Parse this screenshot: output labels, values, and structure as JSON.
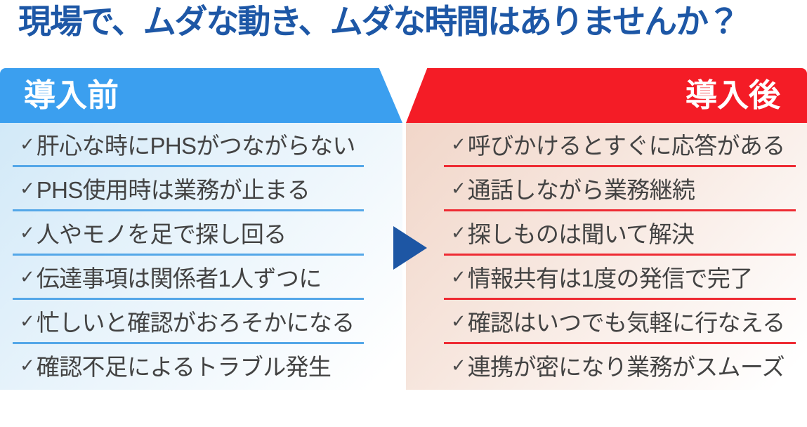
{
  "title": "現場で、ムダな動き、ムダな時間はありませんか？",
  "before": {
    "header": "導入前",
    "items": [
      "肝心な時にPHSがつながらない",
      "PHS使用時は業務が止まる",
      "人やモノを足で探し回る",
      "伝達事項は関係者1人ずつに",
      "忙しいと確認がおろそかになる",
      "確認不足によるトラブル発生"
    ]
  },
  "after": {
    "header": "導入後",
    "items": [
      "呼びかけるとすぐに応答がある",
      "通話しながら業務継続",
      "探しものは聞いて解決",
      "情報共有は1度の発信で完了",
      "確認はいつでも気軽に行なえる",
      "連携が密になり業務がスムーズ"
    ]
  },
  "icons": {
    "check": "✓",
    "arrow": "right-arrow"
  },
  "colors": {
    "title_blue": "#1D57A6",
    "banner_blue": "#3B9FEF",
    "banner_red": "#F41C26",
    "arrow_blue": "#1D56A4",
    "divider_blue": "#54A7E8",
    "divider_red": "#EE2B33",
    "item_text_gray": "#434343",
    "panel_blue_bg_start": "#D2E9F8",
    "panel_red_bg_start": "#F1D6C9"
  }
}
